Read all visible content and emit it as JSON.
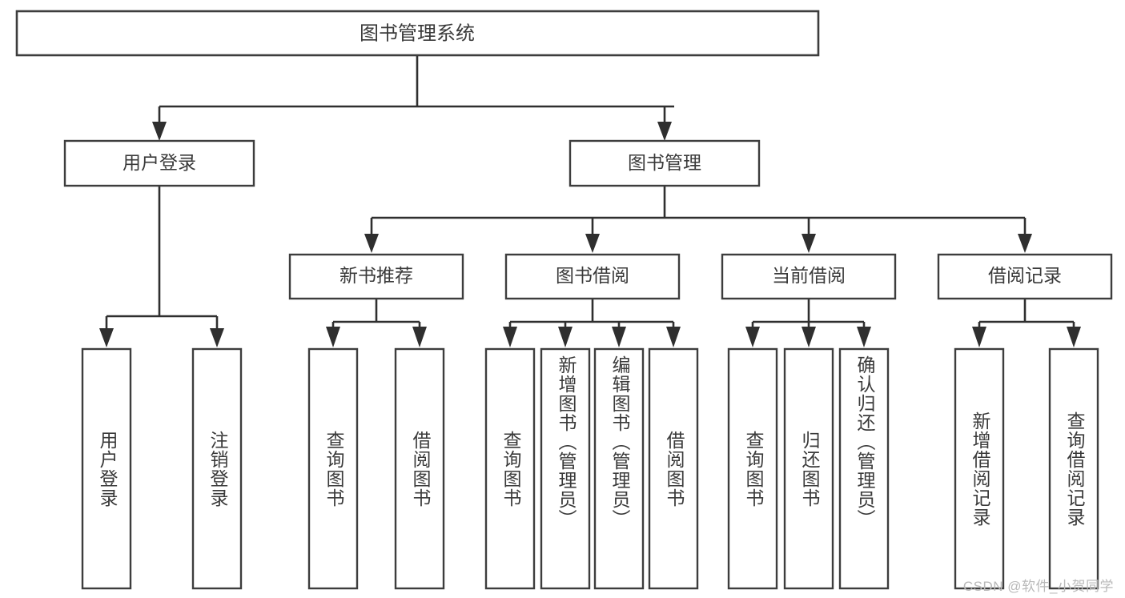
{
  "diagram": {
    "title": "图书管理系统",
    "type": "tree-hierarchy-functional-structure",
    "root": {
      "label": "图书管理系统"
    },
    "level1": [
      {
        "label": "用户登录"
      },
      {
        "label": "图书管理"
      }
    ],
    "level2": [
      {
        "label": "新书推荐",
        "parent": "图书管理"
      },
      {
        "label": "图书借阅",
        "parent": "图书管理"
      },
      {
        "label": "当前借阅",
        "parent": "图书管理"
      },
      {
        "label": "借阅记录",
        "parent": "图书管理"
      }
    ],
    "leaves": {
      "user_login": [
        {
          "label": "用户登录"
        },
        {
          "label": "注销登录"
        }
      ],
      "new_book_recommend": [
        {
          "label": "查询图书"
        },
        {
          "label": "借阅图书"
        }
      ],
      "book_borrow": [
        {
          "label": "查询图书"
        },
        {
          "label": "新增图书（管理员）"
        },
        {
          "label": "编辑图书（管理员）"
        },
        {
          "label": "借阅图书"
        }
      ],
      "current_borrow": [
        {
          "label": "查询图书"
        },
        {
          "label": "归还图书"
        },
        {
          "label": "确认归还（管理员）"
        }
      ],
      "borrow_record": [
        {
          "label": "新增借阅记录"
        },
        {
          "label": "查询借阅记录"
        }
      ]
    }
  },
  "watermark": {
    "text": "CSDN @软件_小贺同学"
  },
  "colors": {
    "box_stroke": "#3d3d3d",
    "connector": "#2f2f2f",
    "text": "#3a3a3a",
    "background": "#ffffff",
    "watermark": "#b9b9b9"
  }
}
